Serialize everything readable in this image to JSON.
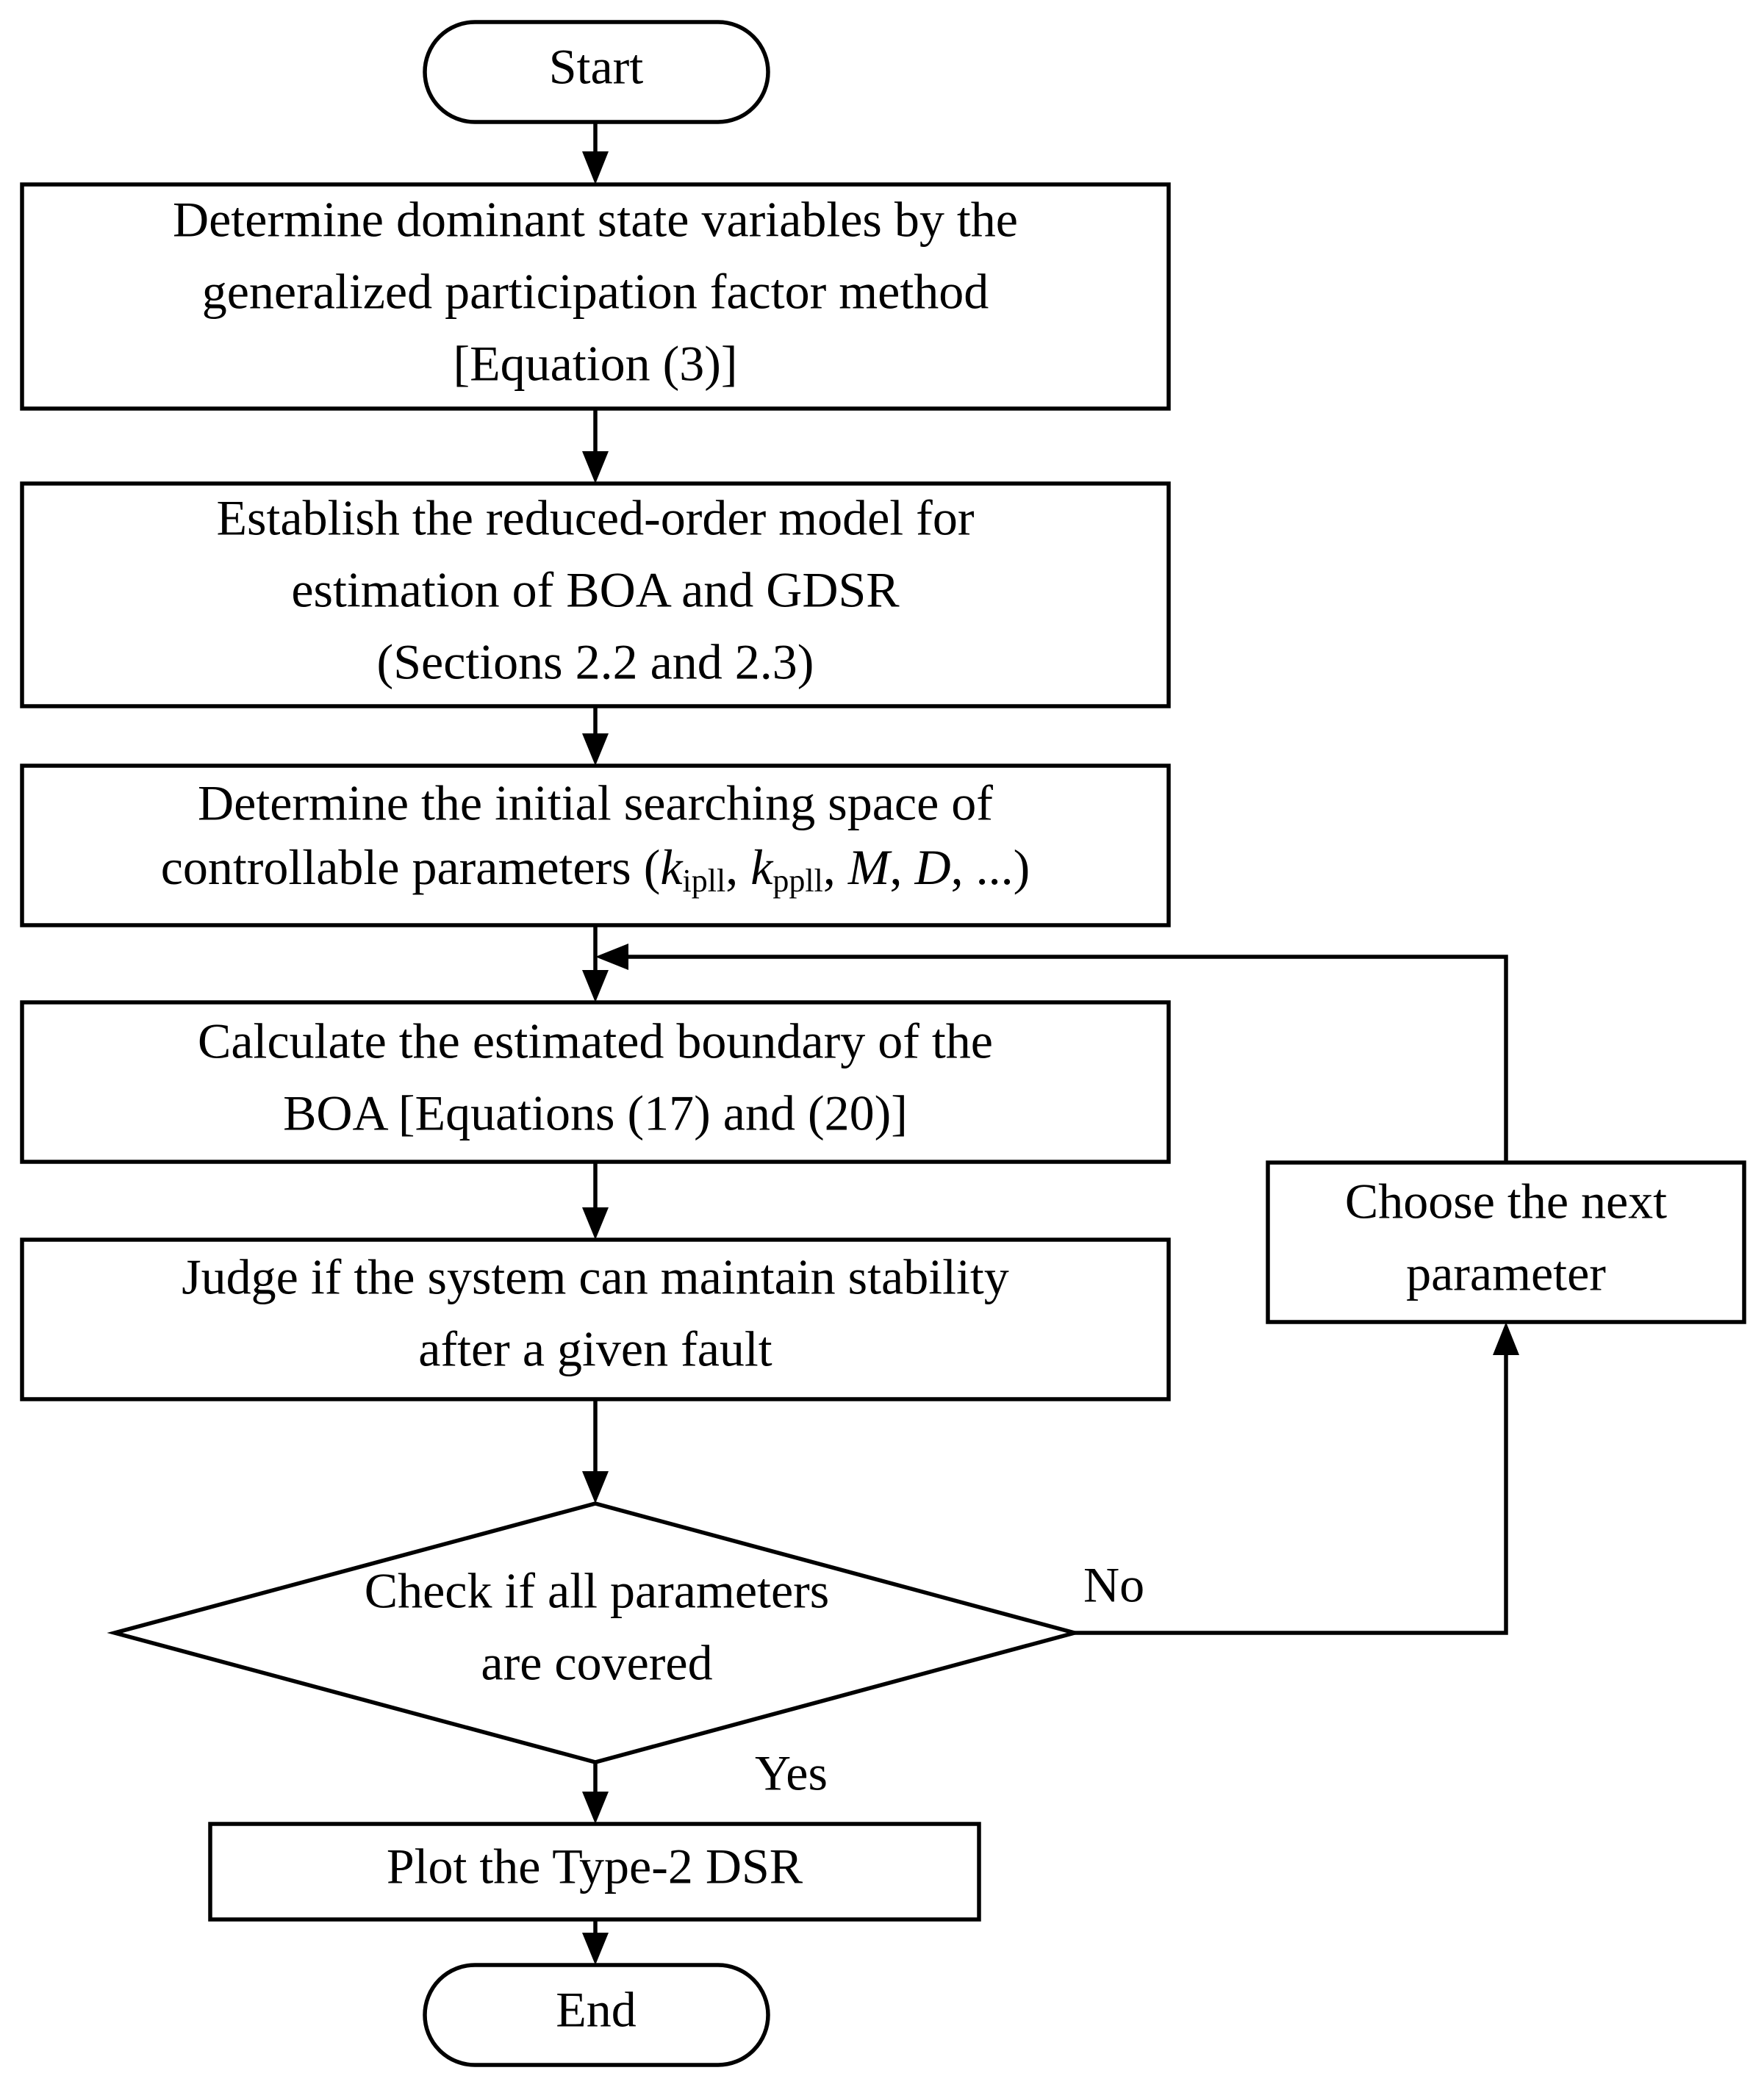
{
  "flowchart": {
    "start": "Start",
    "end": "End",
    "steps": [
      {
        "lines": [
          "Determine dominant state variables by the",
          "generalized participation factor method",
          "[Equation (3)]"
        ]
      },
      {
        "lines": [
          "Establish the reduced-order model for",
          "estimation of BOA and GDSR",
          "(Sections 2.2 and 2.3)"
        ]
      },
      {
        "line1": "Determine the initial searching space of",
        "line2": {
          "prefix": "controllable parameters (",
          "k1": "k",
          "sub1": "ipll",
          "sep1": ", ",
          "k2": "k",
          "sub2": "ppll",
          "sep2": ", ",
          "m": "M",
          "sep3": ", ",
          "d": "D",
          "suffix": ", ...)"
        }
      },
      {
        "lines": [
          "Calculate the estimated boundary of the",
          "BOA [Equations (17) and (20)]"
        ]
      },
      {
        "lines": [
          "Judge if the system can maintain stability",
          "after a given fault"
        ]
      }
    ],
    "decision": {
      "lines": [
        "Check if all parameters",
        "are covered"
      ]
    },
    "loop_box": {
      "lines": [
        "Choose the next",
        "parameter"
      ]
    },
    "final_step": "Plot the Type-2 DSR",
    "labels": {
      "no": "No",
      "yes": "Yes"
    }
  }
}
